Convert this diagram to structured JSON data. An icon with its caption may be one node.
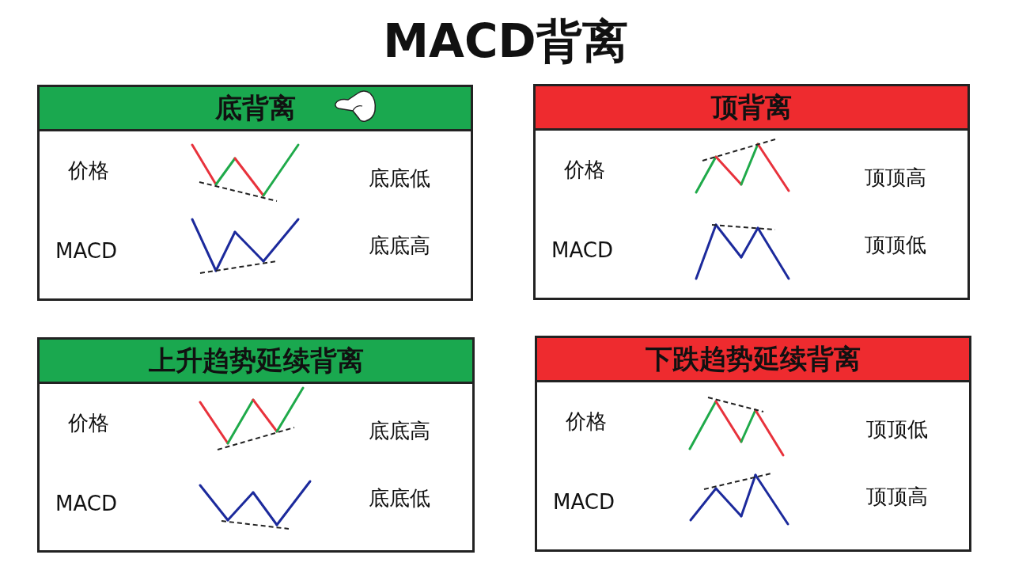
{
  "diagram": {
    "title": "MACD背离",
    "nodes": [
      {
        "text": [
          "底背离",
          "价格",
          "底底低",
          "MACD",
          "底底高"
        ]
      },
      {
        "text": [
          "顶背离",
          "价格",
          "顶顶高",
          "MACD",
          "顶顶低"
        ]
      },
      {
        "text": [
          "上升趋势延续背离",
          "价格",
          "底底高",
          "MACD",
          "底底低"
        ]
      },
      {
        "text": [
          "下跌趋势延续背离",
          "价格",
          "顶顶低",
          "MACD",
          "顶顶高"
        ]
      }
    ],
    "edges": []
  }
}
